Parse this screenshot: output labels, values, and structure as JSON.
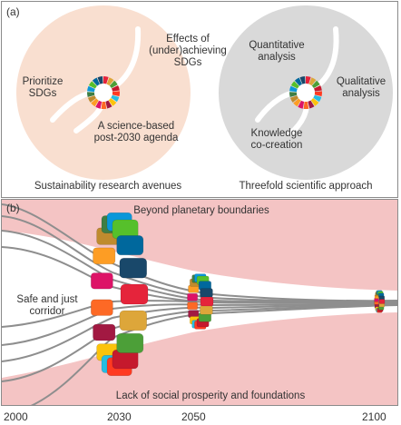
{
  "panel_a": {
    "letter": "(a)",
    "left_circle": {
      "segments": [
        "Prioritize\nSDGs",
        "Effects of\n(under)achieving\nSDGs",
        "A science-based\npost-2030 agenda"
      ],
      "caption": "Sustainability research avenues",
      "color": "#f9dfd0"
    },
    "right_circle": {
      "segments": [
        "Quantitative\nanalysis",
        "Qualitative\nanalysis",
        "Knowledge\nco-creation"
      ],
      "caption": "Threefold scientific approach",
      "color": "#d9d9d9"
    }
  },
  "panel_b": {
    "letter": "(b)",
    "top_label": "Beyond planetary boundaries",
    "left_label": "Safe and just\ncorridor",
    "bottom_label": "Lack of social prosperity and foundations",
    "band_color": "#f4c4c4"
  },
  "timeline": [
    "2000",
    "2030",
    "2050",
    "2100"
  ],
  "sdg_colors": [
    "#e5243b",
    "#dda63a",
    "#4c9f38",
    "#c5192d",
    "#ff3a21",
    "#26bde2",
    "#fcc30b",
    "#a21942",
    "#fd6925",
    "#dd1367",
    "#fd9d24",
    "#bf8b2e",
    "#3f7e44",
    "#0a97d9",
    "#56c02b",
    "#00689d",
    "#19486a"
  ]
}
